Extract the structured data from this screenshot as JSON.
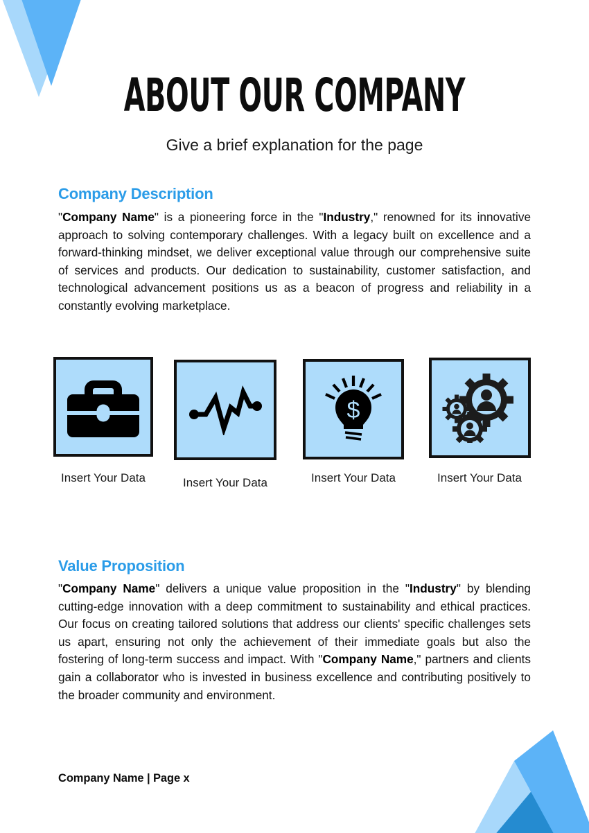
{
  "page": {
    "title": "ABOUT OUR COMPANY",
    "subtitle": "Give a brief explanation for the page",
    "footer": "Company Name | Page x"
  },
  "colors": {
    "heading_blue": "#2B9CE8",
    "deco_blue_mid": "#5CB3F7",
    "deco_blue_light": "#A8D8FB",
    "deco_blue_dark": "#1E87CE",
    "box_fill": "#AEDCFB",
    "box_border": "#111111",
    "body_text": "#121212"
  },
  "sections": [
    {
      "heading": "Company Description",
      "paragraph_html": "\"<b>Company Name</b>\" is a pioneering force in the \"<b>Industry</b>,\" renowned for its innovative approach to solving contemporary challenges. With a legacy built on excellence and a forward-thinking mindset, we deliver exceptional value through our comprehensive suite of services and products. Our dedication to sustainability, customer satisfaction, and technological advancement positions us as a beacon of progress and reliability in a constantly evolving marketplace."
    },
    {
      "heading": "Value Proposition",
      "paragraph_html": "\"<b>Company Name</b>\" delivers a unique value proposition in the \"<b>Industry</b>\" by blending cutting-edge innovation with a deep commitment to sustainability and ethical practices. Our focus on creating tailored solutions that address our clients' specific challenges sets us apart, ensuring not only the achievement of their immediate goals but also the fostering of long-term success and impact. With \"<b>Company Name</b>,\" partners and clients gain a collaborator who is invested in business excellence and contributing positively to the broader community and environment."
    }
  ],
  "feature_boxes": [
    {
      "icon": "briefcase-icon",
      "caption": "Insert Your Data"
    },
    {
      "icon": "pulse-line-icon",
      "caption": "Insert Your Data"
    },
    {
      "icon": "lightbulb-dollar-icon",
      "caption": "Insert Your Data"
    },
    {
      "icon": "gears-people-icon",
      "caption": "Insert Your Data"
    }
  ]
}
